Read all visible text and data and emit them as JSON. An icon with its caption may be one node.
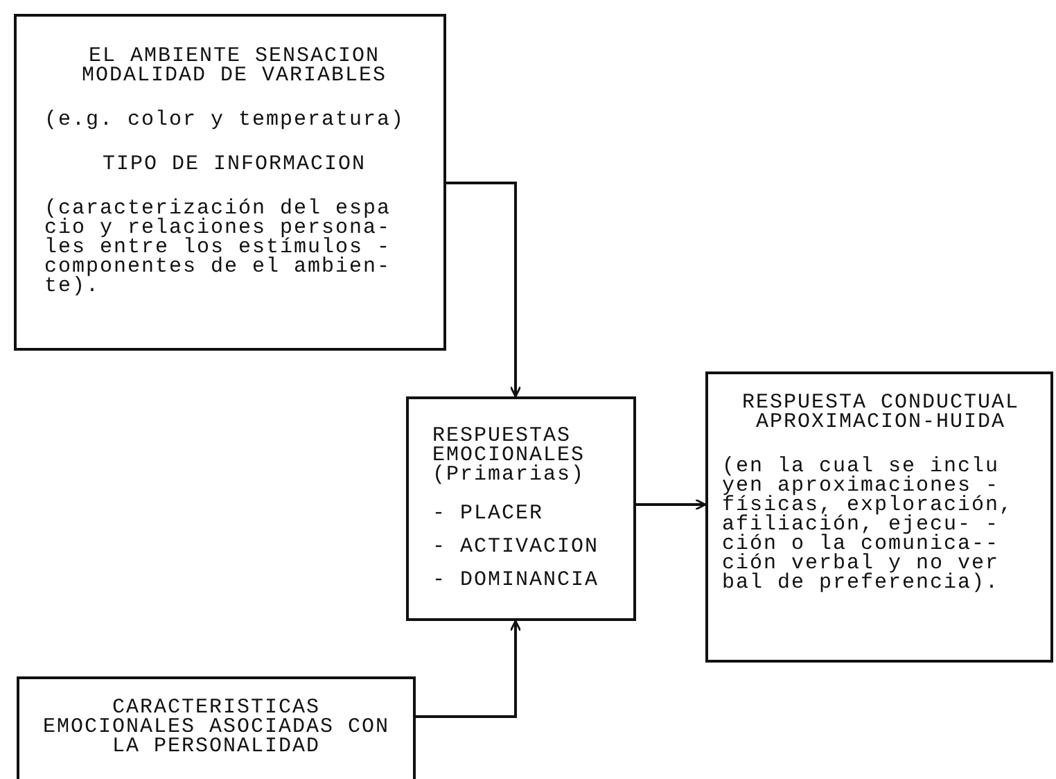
{
  "diagram": {
    "nodes": [
      {
        "text": [
          "EL AMBIENTE SENSACION MODALIDAD DE VARIABLES",
          "(e.g. color y temperatura)",
          "TIPO DE INFORMACION",
          "(caracterización del espa cio y relaciones persona- les entre los estímulos - componentes de el ambien- te)."
        ]
      },
      {
        "text": [
          "RESPUESTAS EMOCIONALES (Primarias)",
          "- PLACER",
          "- ACTIVACION",
          "- DOMINANCIA"
        ]
      },
      {
        "text": [
          "RESPUESTA CONDUCTUAL APROXIMACION-HUIDA",
          "(en la cual se inclu yen aproximaciones - físicas, exploración, afiliación, ejecu- - ción o la comunica-- ción verbal y no ver bal de preferencia)."
        ]
      },
      {
        "text": [
          "CARACTERISTICAS EMOCIONALES ASOCIADAS CON LA PERSONALIDAD"
        ]
      }
    ],
    "edges": [
      {
        "from": 0,
        "to": 1,
        "arrow": "to"
      },
      {
        "from": 3,
        "to": 1,
        "arrow": "to"
      },
      {
        "from": 1,
        "to": 2,
        "arrow": "to"
      }
    ]
  }
}
